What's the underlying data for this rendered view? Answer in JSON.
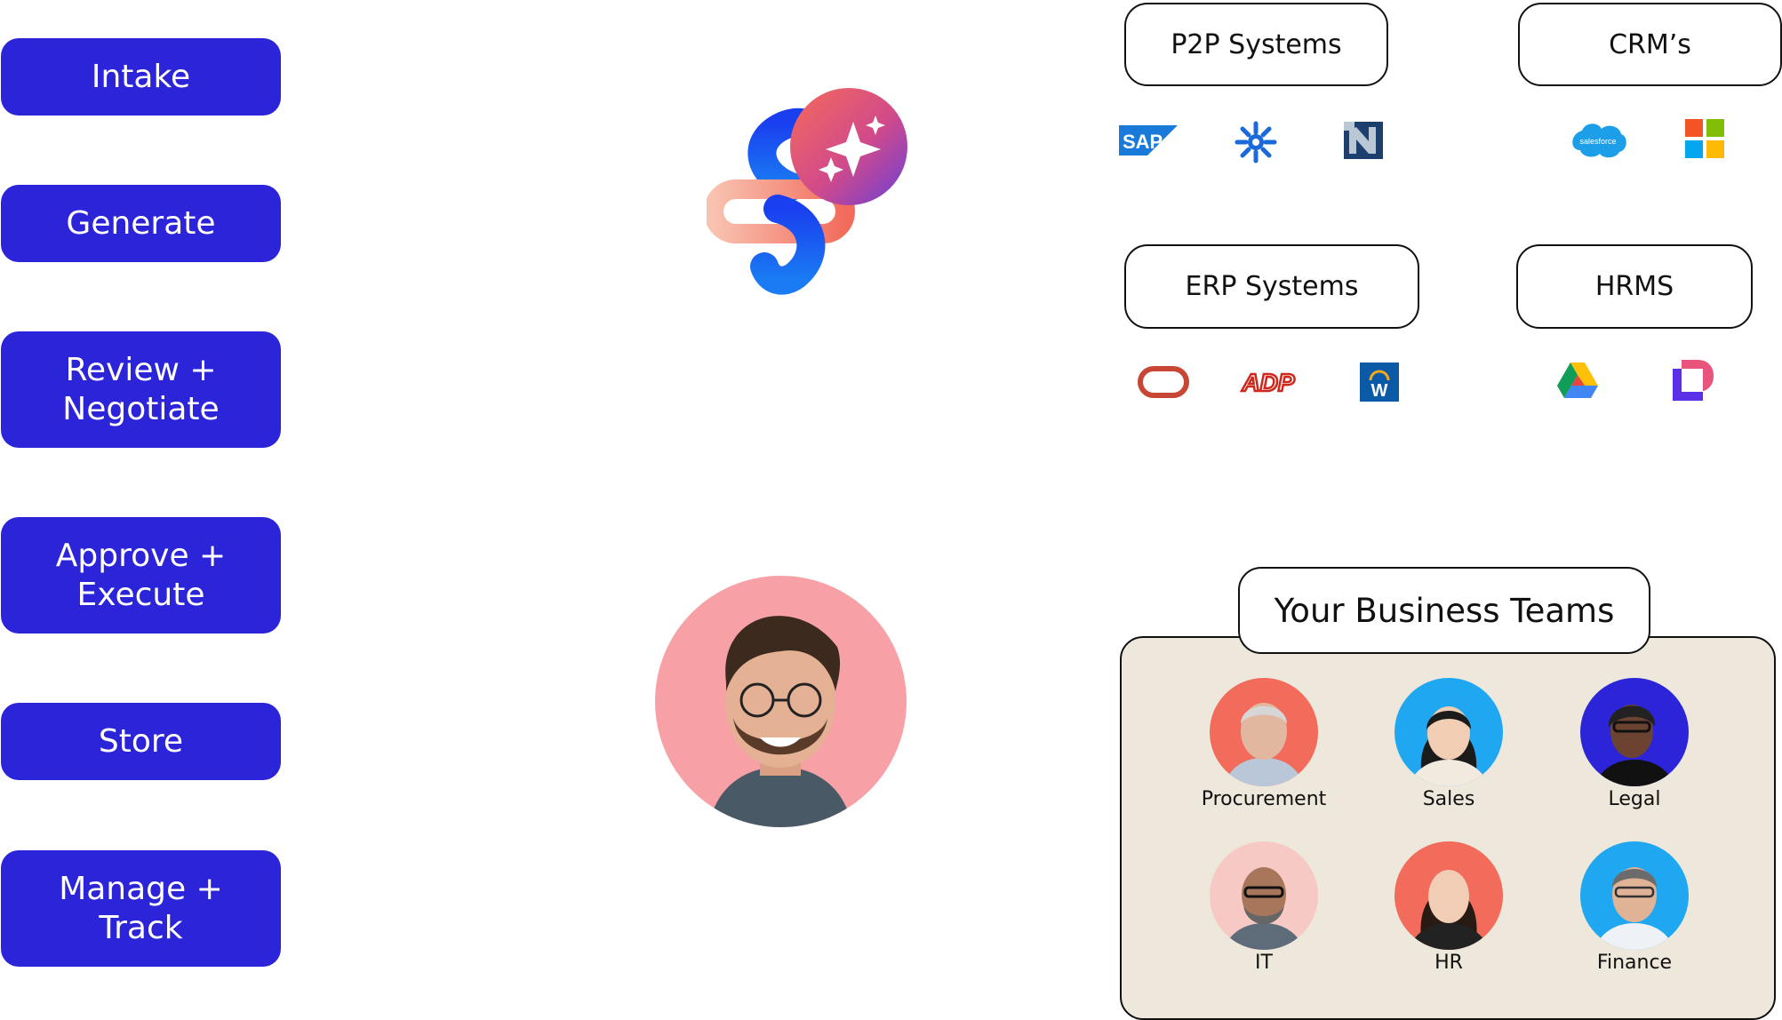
{
  "stages": [
    {
      "label": "Intake"
    },
    {
      "label": "Generate"
    },
    {
      "label": "Review +\nNegotiate"
    },
    {
      "label": "Approve +\nExecute"
    },
    {
      "label": "Store"
    },
    {
      "label": "Manage +\nTrack"
    }
  ],
  "categories": {
    "p2p": "P2P Systems",
    "crm": "CRM’s",
    "erp": "ERP Systems",
    "hrms": "HRMS"
  },
  "logos": {
    "sap": "SAP",
    "salesforce": "salesforce",
    "workday": "W"
  },
  "teams": {
    "title": "Your Business Teams",
    "members": [
      {
        "label": "Procurement",
        "bg": "#f26b5b"
      },
      {
        "label": "Sales",
        "bg": "#1fa7f2"
      },
      {
        "label": "Legal",
        "bg": "#2b24d9"
      },
      {
        "label": "IT",
        "bg": "#f7c9c4"
      },
      {
        "label": "HR",
        "bg": "#f26b5b"
      },
      {
        "label": "Finance",
        "bg": "#1fa7f2"
      }
    ]
  },
  "colors": {
    "stage": "#2b24d9",
    "panel": "#ede8db"
  }
}
